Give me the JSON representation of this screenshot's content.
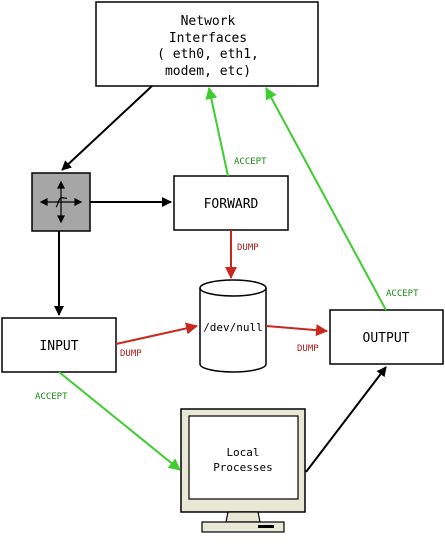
{
  "colors": {
    "accept": "#3fcc2e",
    "accept_label": "#1a8a12",
    "dump": "#c8281e",
    "dump_label": "#b01818",
    "black": "#000000",
    "router_fill": "#a6a6a6",
    "monitor_fill": "#e8e8d6"
  },
  "nodes": {
    "network_interfaces": {
      "lines": [
        "Network",
        "Interfaces",
        "( eth0, eth1,",
        "modem, etc)"
      ]
    },
    "router": {
      "icon": "router-icon"
    },
    "forward": {
      "label": "FORWARD"
    },
    "dev_null": {
      "label": "/dev/null"
    },
    "input": {
      "label": "INPUT"
    },
    "output": {
      "label": "OUTPUT"
    },
    "local_processes": {
      "lines": [
        "Local",
        "Processes"
      ],
      "icon": "monitor-icon"
    }
  },
  "edges": {
    "forward_accept": "ACCEPT",
    "forward_dump": "DUMP",
    "input_dump": "DUMP",
    "output_dump": "DUMP",
    "input_accept": "ACCEPT",
    "output_accept": "ACCEPT"
  }
}
